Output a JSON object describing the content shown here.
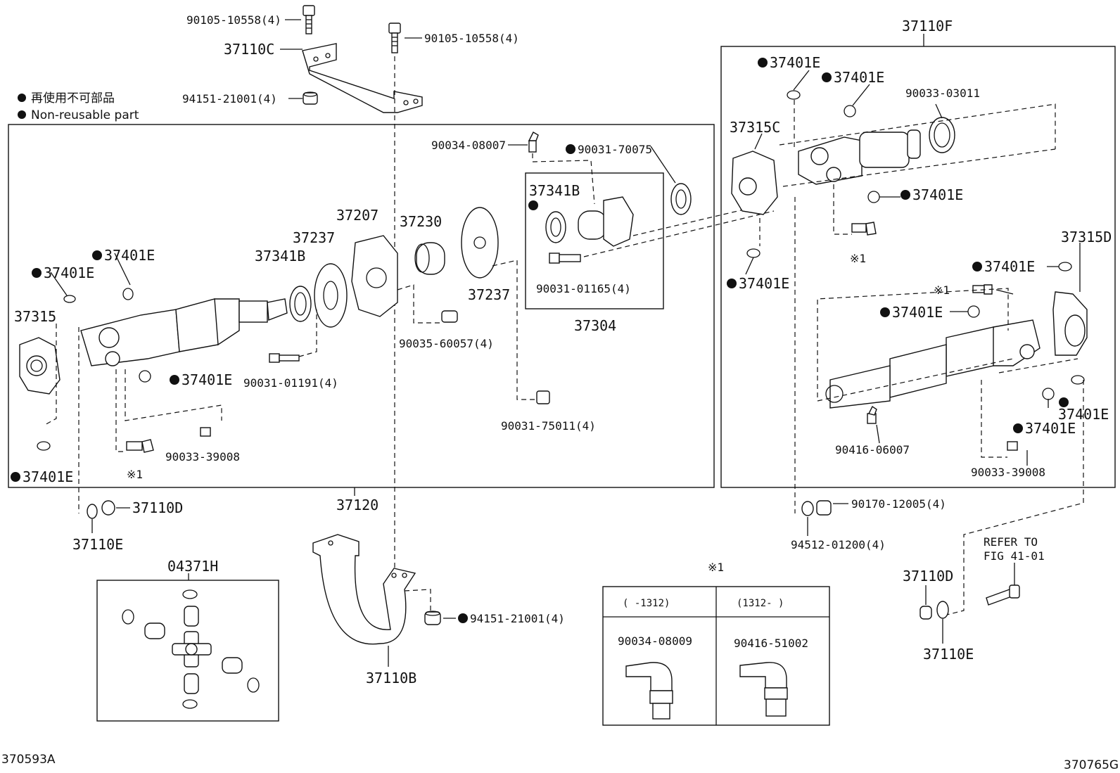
{
  "legend": {
    "jp": "再使用不可部品",
    "en": "Non-reusable part"
  },
  "figure_codes": {
    "left": "370593A",
    "right": "370765G"
  },
  "labels": {
    "p_90105_a": "90105-10558(4)",
    "p_90105_b": "90105-10558(4)",
    "p_37110C": "37110C",
    "p_94151_top": "94151-21001(4)",
    "p_37315": "37315",
    "p_37401E_a": "37401E",
    "p_37401E_b": "37401E",
    "p_37401E_c": "37401E",
    "p_37401E_d": "37401E",
    "p_37341B_l": "37341B",
    "p_37237_a": "37237",
    "p_37207": "37207",
    "p_37230": "37230",
    "p_37237_b": "37237",
    "p_90031_01191": "90031-01191(4)",
    "p_90035": "90035-60057(4)",
    "p_90031_75011": "90031-75011(4)",
    "p_90033_39008_l": "90033-39008",
    "p_ref1_l": "※1",
    "p_90034_08007": "90034-08007",
    "p_90031_70075": "90031-70075",
    "p_37341B_box": "37341B",
    "p_90031_01165": "90031-01165(4)",
    "p_37304": "37304",
    "p_37110F": "37110F",
    "p_37401E_e": "37401E",
    "p_37401E_f": "37401E",
    "p_90033_03011": "90033-03011",
    "p_37315C": "37315C",
    "p_37401E_g": "37401E",
    "p_ref1_r": "※1",
    "p_37401E_h": "37401E",
    "p_37315D": "37315D",
    "p_37401E_i": "37401E",
    "p_ref1_r2": "※1",
    "p_37401E_j": "37401E",
    "p_37401E_k": "37401E",
    "p_37401E_l": "37401E",
    "p_90416_06007": "90416-06007",
    "p_90033_39008_r": "90033-39008",
    "p_37110D_l": "37110D",
    "p_37110E_l": "37110E",
    "p_37120": "37120",
    "p_90170": "90170-12005(4)",
    "p_94512": "94512-01200(4)",
    "p_refer": "REFER TO",
    "p_fig": "FIG 41-01",
    "p_37110D_r": "37110D",
    "p_37110E_r": "37110E",
    "p_04371H": "04371H",
    "p_37110B": "37110B",
    "p_94151_bot": "94151-21001(4)",
    "p_ref1_table": "※1"
  },
  "fitting_table": {
    "col1_header": "(   -1312)",
    "col2_header": "(1312-   )",
    "col1_part": "90034-08009",
    "col2_part": "90416-51002"
  }
}
